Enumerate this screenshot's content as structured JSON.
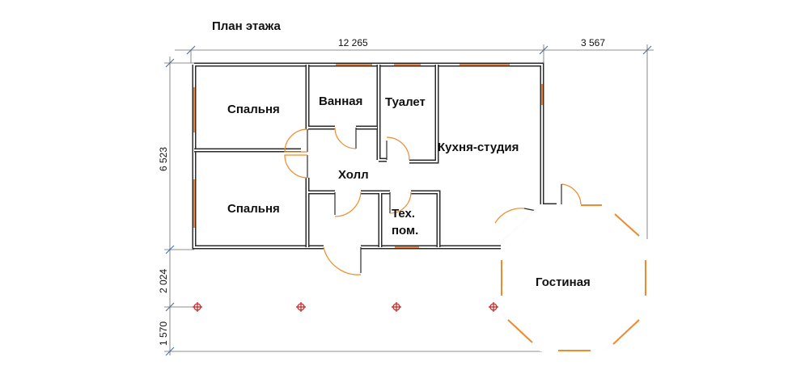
{
  "title": "План этажа",
  "dimensions": {
    "top_left": "12 265",
    "top_right": "3 567",
    "left_main": "6 523",
    "left_middle": "2 024",
    "left_bottom": "1 570"
  },
  "rooms": {
    "bedroom_top": "Спальня",
    "bathroom": "Ванная",
    "toilet": "Туалет",
    "kitchen": "Кухня-студия",
    "hall": "Холл",
    "bedroom_bottom": "Спальня",
    "tech_line1": "Тех.",
    "tech_line2": "пом.",
    "living": "Гостиная"
  },
  "colors": {
    "wall": "#2b2b2b",
    "window": "#f08a2c",
    "post": "#cc2a2a",
    "dimension": "#6a6a6a"
  }
}
